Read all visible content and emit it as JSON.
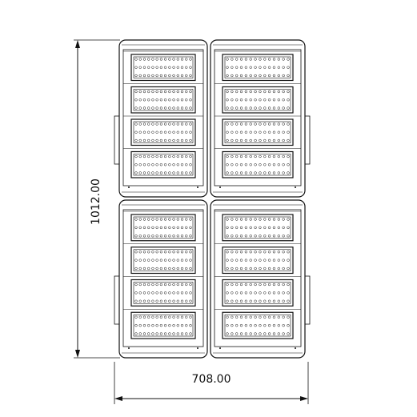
{
  "drawing": {
    "height_dimension": "1012.00",
    "width_dimension": "708.00"
  },
  "layout": {
    "columns": 2,
    "rows": 2,
    "slots_per_module": 4
  },
  "colors": {
    "stroke": "#111111",
    "background": "#ffffff"
  }
}
